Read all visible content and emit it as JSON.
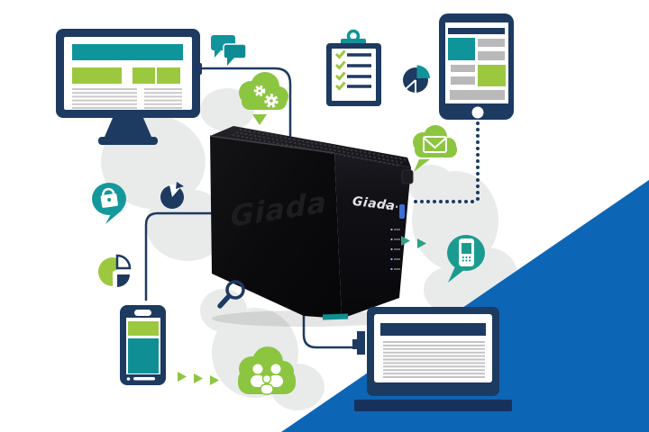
{
  "title": "Giada NAS connectivity illustration",
  "brand": {
    "front_logo": "Giada",
    "front_logo_dots": "...",
    "embossed_logo": "Giada"
  },
  "colors": {
    "navy": "#1d3a61",
    "teal": "#0f9499",
    "teal_bubble": "#14989b",
    "teal_arrow": "#2f9f86",
    "green": "#9cc83f",
    "green_cloud": "#8cc540",
    "blue_diagonal": "#0d65b5",
    "gray_blob": "#e9ebeb",
    "gray_bar": "#b9b9b9",
    "gray_line": "#c9c9c9",
    "usb_blue": "#3a6fd8",
    "nas_black": "#0c0c0e"
  },
  "devices": {
    "desktop_monitor": {
      "label": "desktop monitor with webpage mock"
    },
    "tablet": {
      "label": "tablet with webpage mock"
    },
    "smartphone": {
      "label": "smartphone with app mock"
    },
    "laptop": {
      "label": "laptop with document mock"
    },
    "clipboard": {
      "label": "checklist clipboard",
      "checked_items": 4
    },
    "nas": {
      "label": "Giada NAS mini server",
      "indicator_leds": 5,
      "usb_ports": 1
    }
  },
  "icons": [
    {
      "name": "chat-bubbles-icon",
      "color": "teal"
    },
    {
      "name": "cloud-gears-icon",
      "color": "green"
    },
    {
      "name": "pie-chart-icon",
      "color": "navy/teal"
    },
    {
      "name": "mail-cloud-icon",
      "color": "green"
    },
    {
      "name": "lock-bubble-icon",
      "color": "teal"
    },
    {
      "name": "pie-notch-icon",
      "color": "navy"
    },
    {
      "name": "quarter-pie-icon",
      "color": "green/navy"
    },
    {
      "name": "magnifier-icon",
      "color": "navy"
    },
    {
      "name": "people-cloud-icon",
      "color": "green"
    },
    {
      "name": "phone-bubble-icon",
      "color": "teal"
    },
    {
      "name": "arrow-triangles",
      "color": "green"
    }
  ]
}
